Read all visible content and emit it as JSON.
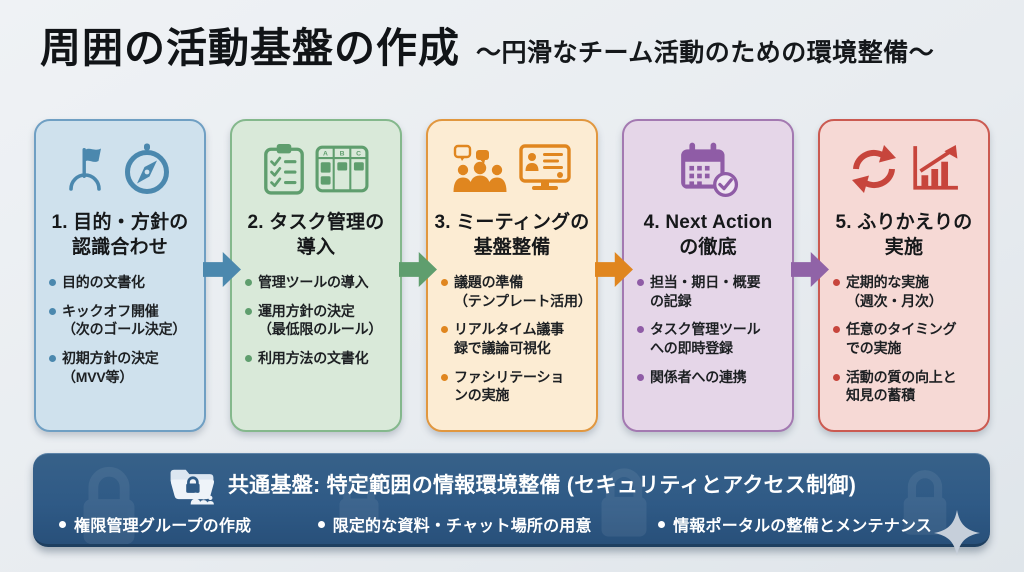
{
  "header": {
    "title": "周囲の活動基盤の作成",
    "subtitle": "～円滑なチーム活動のための環境整備～"
  },
  "steps": [
    {
      "title": "1. 目的・方針の\n認識合わせ",
      "icons": [
        "flag-icon",
        "compass-icon"
      ],
      "colors": {
        "accent": "#4b88ae",
        "background": "#cfe1ed",
        "border": "#6f9fc3"
      },
      "bullets": [
        "目的の文書化",
        "キックオフ開催\n（次のゴール決定）",
        "初期方針の決定\n（MVV等）"
      ]
    },
    {
      "title": "2. タスク管理の\n導入",
      "icons": [
        "checklist-icon",
        "kanban-board-icon"
      ],
      "colors": {
        "accent": "#5f9e6e",
        "background": "#d9e9d9",
        "border": "#84b88c"
      },
      "bullets": [
        "管理ツールの導入",
        "運用方針の決定\n（最低限のルール）",
        "利用方法の文書化"
      ]
    },
    {
      "title": "3. ミーティングの\n基盤整備",
      "icons": [
        "meeting-people-icon",
        "monitor-notes-icon"
      ],
      "colors": {
        "accent": "#e0861f",
        "background": "#fcecd3",
        "border": "#e1973f"
      },
      "bullets": [
        "議題の準備\n（テンプレート活用）",
        "リアルタイム議事\n録で議論可視化",
        "ファシリテーショ\nンの実施"
      ]
    },
    {
      "title": "4. Next Action\nの徹底",
      "icons": [
        "calendar-check-icon"
      ],
      "colors": {
        "accent": "#8f5ca6",
        "background": "#e5d6e8",
        "border": "#a379b1"
      },
      "bullets": [
        "担当・期日・概要\nの記録",
        "タスク管理ツール\nへの即時登録",
        "関係者への連携"
      ]
    },
    {
      "title": "5. ふりかえりの\n実施",
      "icons": [
        "refresh-cycle-icon",
        "growth-chart-icon"
      ],
      "colors": {
        "accent": "#c7453c",
        "background": "#f6d9d5",
        "border": "#cb5a51"
      },
      "bullets": [
        "定期的な実施\n（週次・月次）",
        "任意のタイミング\nでの実施",
        "活動の質の向上と\n知見の蓄積"
      ]
    }
  ],
  "arrows": [
    {
      "from": 1,
      "to": 2,
      "color": "#4b88ae"
    },
    {
      "from": 2,
      "to": 3,
      "color": "#5f9e6e"
    },
    {
      "from": 3,
      "to": 4,
      "color": "#e0861f"
    },
    {
      "from": 4,
      "to": 5,
      "color": "#9063a7"
    }
  ],
  "foundation": {
    "icon": "folder-lock-team-icon",
    "title": "共通基盤: 特定範囲の情報環境整備 (セキュリティとアクセス制御)",
    "items": [
      "権限管理グループの作成",
      "限定的な資料・チャット場所の用意",
      "情報ポータルの整備とメンテナンス"
    ],
    "colors": {
      "background": "#2f5a86",
      "text": "#ffffff"
    },
    "decorations": [
      "lock-watermark",
      "sparkle"
    ]
  },
  "page": {
    "background": "#e9edf1"
  }
}
